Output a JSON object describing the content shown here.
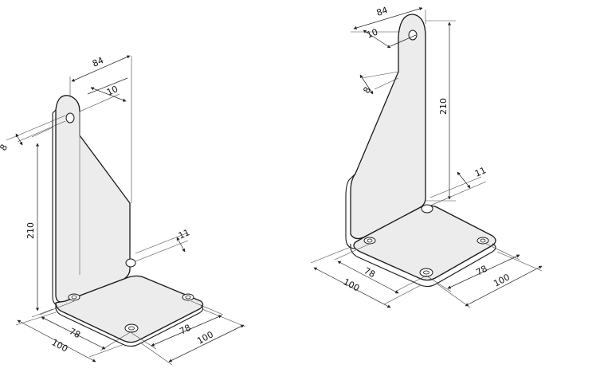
{
  "left_bracket": {
    "dims": {
      "width_top": "84",
      "offset_top": "10",
      "thickness": "8",
      "height": "210",
      "hole_offset": "11",
      "base_depth_outer": "100",
      "base_depth_inner": "78",
      "base_width_inner": "78",
      "base_width_outer": "100"
    }
  },
  "right_bracket": {
    "dims": {
      "width_top": "84",
      "offset_top": "10",
      "thickness": "8",
      "height": "210",
      "hole_offset": "11",
      "base_depth_outer": "100",
      "base_depth_inner": "78",
      "base_width_inner": "78",
      "base_width_outer": "100"
    }
  }
}
